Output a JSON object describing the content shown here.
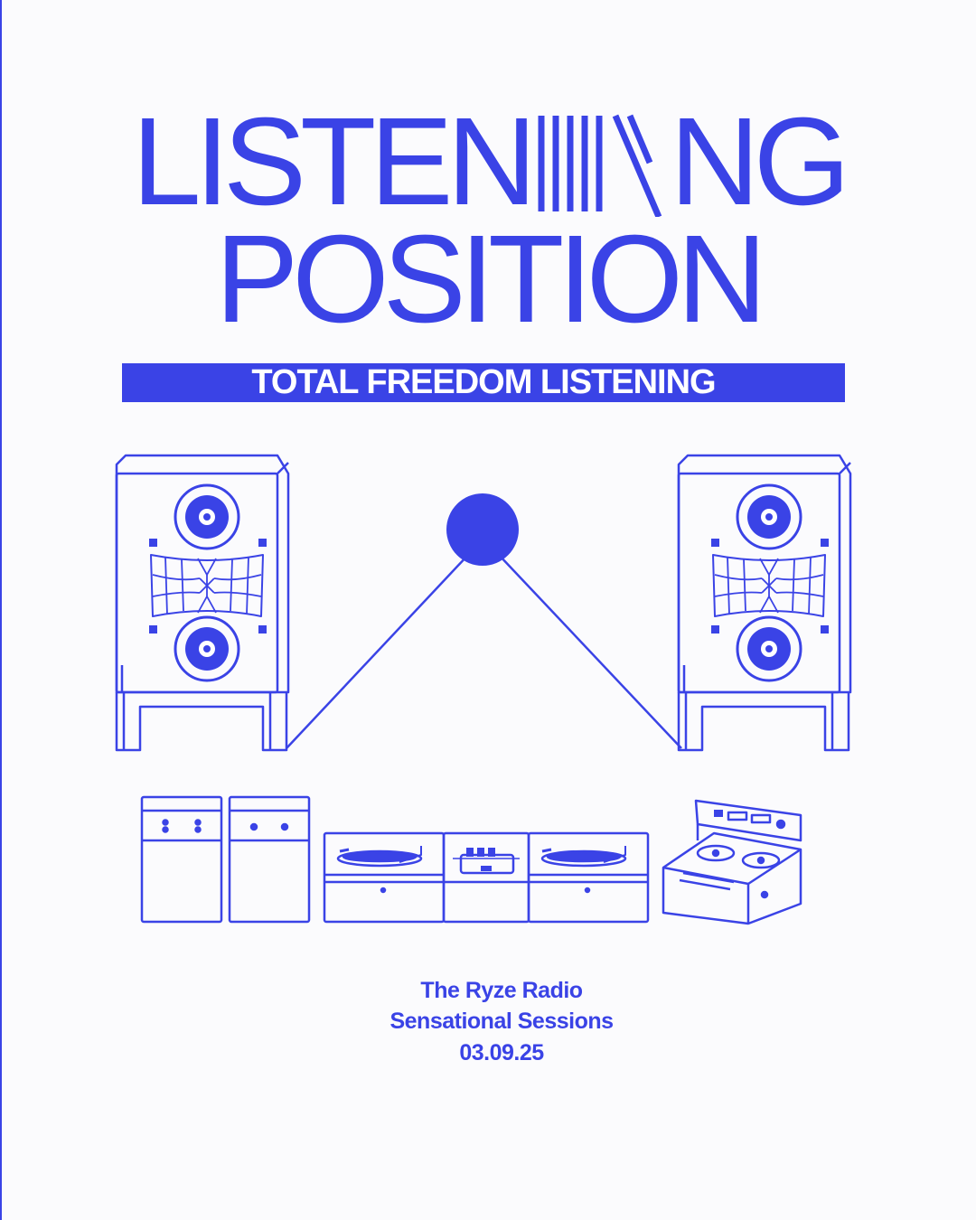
{
  "title": {
    "line1_prefix": "LISTEN",
    "line1_suffix": "NG",
    "line2": "POSITION",
    "barcode_glyph_icon": "stripes-i-icon"
  },
  "banner": {
    "text": "TOTAL FREEDOM LISTENING"
  },
  "illustration": {
    "left_speaker": "speaker-icon",
    "right_speaker": "speaker-icon",
    "listener": "listener-dot-icon",
    "equipment": [
      "amplifier-icon",
      "amplifier-icon",
      "turntable-icon",
      "dj-mixer-icon",
      "turntable-icon",
      "reel-to-reel-tape-icon"
    ]
  },
  "details": {
    "line1": "The Ryze Radio",
    "line2": "Sensational Sessions",
    "line3": "03.09.25"
  },
  "colors": {
    "accent": "#3a43e6",
    "background": "#fbfbfd"
  }
}
